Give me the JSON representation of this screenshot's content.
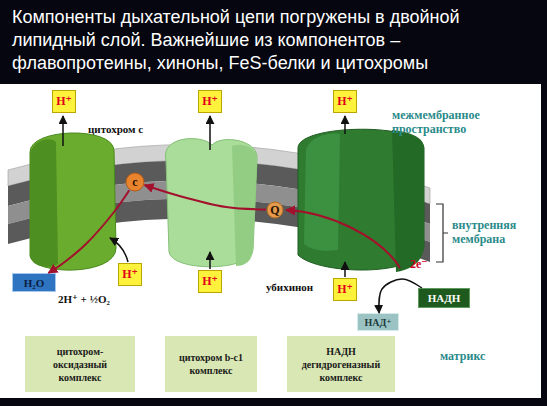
{
  "diagram": {
    "title": "Компоненты дыхательной цепи погружены в двойной липидный слой. Важнейшие из компонентов – флавопротеины, хиноны, FeS-белки и цитохромы",
    "nodes": [
      {
        "text": [
          "H⁺"
        ]
      },
      {
        "text": [
          "H⁺"
        ]
      },
      {
        "text": [
          "H⁺"
        ]
      },
      {
        "text": [
          "c"
        ]
      },
      {
        "text": [
          "Q"
        ]
      },
      {
        "text": [
          "H⁺"
        ]
      },
      {
        "text": [
          "H⁺"
        ]
      },
      {
        "text": [
          "H⁺"
        ]
      },
      {
        "text": [
          "H₂O"
        ]
      },
      {
        "text": [
          "НАДН"
        ]
      },
      {
        "text": [
          "НАД⁺"
        ]
      },
      {
        "text": [
          "цитохром-оксидазный комплекс"
        ]
      },
      {
        "text": [
          "цитохром b-c1 комплекс"
        ]
      },
      {
        "text": [
          "НАДН дегидрогеназный комплекс"
        ]
      }
    ],
    "edges": [
      {
        "from": 4,
        "to": 3,
        "arrow": "to"
      },
      {
        "from": 3,
        "to": 8,
        "arrow": "to"
      },
      {
        "from": 9,
        "to": 10,
        "arrow": "to"
      }
    ],
    "labels": [
      "межмембранное пространство",
      "цитохром с",
      "внутренняя мембрана",
      "2e⁻",
      "убихинон",
      "2H⁺ + ½O₂",
      "матрикс"
    ]
  }
}
